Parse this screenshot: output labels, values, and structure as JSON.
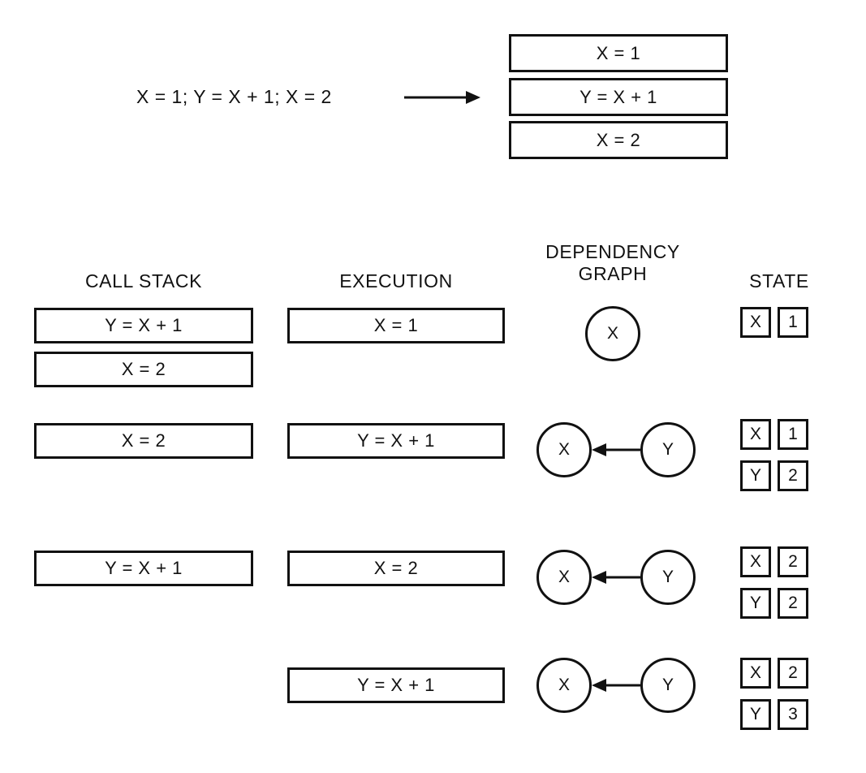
{
  "diagram": {
    "title_source_code": "X = 1; Y = X + 1; X = 2",
    "arrow_icon": "right-arrow-icon",
    "program_boxes": [
      {
        "label": "X = 1"
      },
      {
        "label": "Y = X + 1"
      },
      {
        "label": "X = 2"
      }
    ],
    "columns": {
      "call_stack": "CALL STACK",
      "execution": "EXECUTION",
      "dependency_graph": "DEPENDENCY\nGRAPH",
      "state": "STATE"
    },
    "rows": [
      {
        "call_stack": [
          "Y = X + 1",
          "X = 2"
        ],
        "execution": "X = 1",
        "graph": {
          "nodes": [
            "X"
          ],
          "edges": []
        },
        "state": [
          {
            "name": "X",
            "value": "1"
          }
        ]
      },
      {
        "call_stack": [
          "X = 2"
        ],
        "execution": "Y = X + 1",
        "graph": {
          "nodes": [
            "X",
            "Y"
          ],
          "edges": [
            {
              "from": "Y",
              "to": "X",
              "icon": "left-arrow-icon"
            }
          ]
        },
        "state": [
          {
            "name": "X",
            "value": "1"
          },
          {
            "name": "Y",
            "value": "2"
          }
        ]
      },
      {
        "call_stack": [
          "Y = X + 1"
        ],
        "execution": "X = 2",
        "graph": {
          "nodes": [
            "X",
            "Y"
          ],
          "edges": [
            {
              "from": "Y",
              "to": "X",
              "icon": "left-arrow-icon"
            }
          ]
        },
        "state": [
          {
            "name": "X",
            "value": "2"
          },
          {
            "name": "Y",
            "value": "2"
          }
        ]
      },
      {
        "call_stack": [],
        "execution": "Y = X + 1",
        "graph": {
          "nodes": [
            "X",
            "Y"
          ],
          "edges": [
            {
              "from": "Y",
              "to": "X",
              "icon": "left-arrow-icon"
            }
          ]
        },
        "state": [
          {
            "name": "X",
            "value": "2"
          },
          {
            "name": "Y",
            "value": "3"
          }
        ]
      }
    ],
    "colors": {
      "ink": "#111111",
      "background": "#ffffff"
    }
  }
}
